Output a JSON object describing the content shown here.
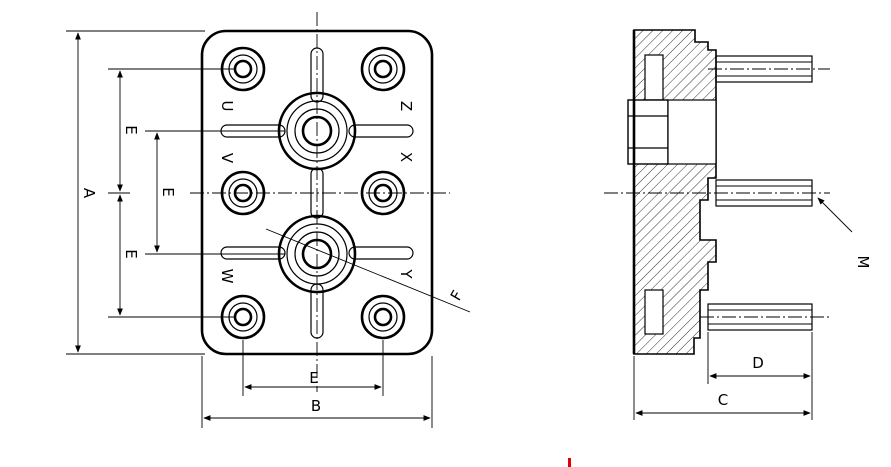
{
  "front_view": {
    "dimension_labels": {
      "A": "A",
      "B": "B",
      "E_horizontal": "E",
      "E_upper": "E",
      "E_middle": "E",
      "E_lower": "E",
      "F": "F"
    },
    "hole_labels": {
      "U": "U",
      "Z": "Z",
      "V": "V",
      "X": "X",
      "W": "W",
      "Y": "Y"
    }
  },
  "side_view": {
    "dimension_labels": {
      "C": "C",
      "D": "D",
      "M": "M"
    }
  },
  "colors": {
    "line": "#000000",
    "marker": "#e00000"
  }
}
